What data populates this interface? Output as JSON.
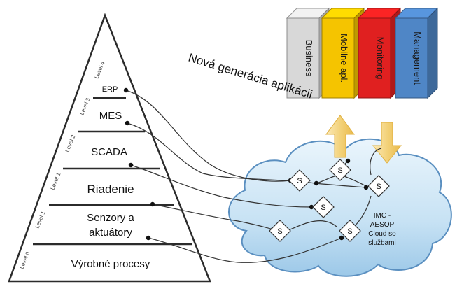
{
  "pyramid": {
    "tiers": [
      {
        "label": "ERP"
      },
      {
        "label": "MES"
      },
      {
        "label": "SCADA"
      },
      {
        "label": "Riadenie"
      },
      {
        "label": "Senzory a",
        "label2": "aktuátory"
      },
      {
        "label": "Výrobné procesy"
      }
    ],
    "levels": [
      "Level 4",
      "Level 3",
      "Level 2",
      "Level 1",
      "Level 1",
      "Level 0"
    ]
  },
  "blocks": [
    {
      "label": "Business",
      "color": "#d8d8d8"
    },
    {
      "label": "Mobilne apl.",
      "color": "#f5c400"
    },
    {
      "label": "Monitoring",
      "color": "#e02020"
    },
    {
      "label": "Management",
      "color": "#4f86c6"
    }
  ],
  "heading": "Nová generácia aplikácii",
  "cloud": {
    "label_lines": [
      "IMC -",
      "AESOP",
      "Cloud so",
      "službami"
    ],
    "service_symbol": "S"
  },
  "colors": {
    "cloud_fill": "#cfe6f5",
    "cloud_stroke": "#5a8fc0",
    "arrow_fill": "#f6d98a"
  }
}
